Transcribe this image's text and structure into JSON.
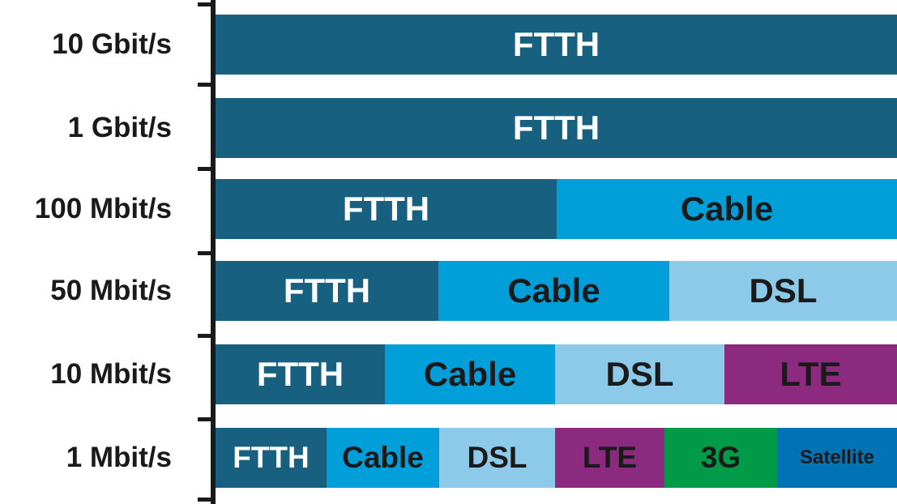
{
  "colors": {
    "FTTH": "#17607f",
    "Cable": "#009fda",
    "DSL": "#8dcaea",
    "LTE": "#8b2a7e",
    "3G": "#009a48",
    "Satellite": "#0173b4"
  },
  "text_colors": {
    "FTTH": "#ffffff",
    "Cable": "#1a1a1a",
    "DSL": "#1a1a1a",
    "LTE": "#1a1a1a",
    "3G": "#1a1a1a",
    "Satellite": "#1a1a1a"
  },
  "rows": [
    {
      "label": "10 Gbit/s",
      "segments": [
        {
          "tech": "FTTH",
          "label": "FTTH",
          "share": 1.0
        }
      ]
    },
    {
      "label": "1 Gbit/s",
      "segments": [
        {
          "tech": "FTTH",
          "label": "FTTH",
          "share": 1.0
        }
      ]
    },
    {
      "label": "100 Mbit/s",
      "segments": [
        {
          "tech": "FTTH",
          "label": "FTTH",
          "share": 0.5
        },
        {
          "tech": "Cable",
          "label": "Cable",
          "share": 0.5
        }
      ]
    },
    {
      "label": "50 Mbit/s",
      "segments": [
        {
          "tech": "FTTH",
          "label": "FTTH",
          "share": 0.327
        },
        {
          "tech": "Cable",
          "label": "Cable",
          "share": 0.339
        },
        {
          "tech": "DSL",
          "label": "DSL",
          "share": 0.334
        }
      ]
    },
    {
      "label": "10 Mbit/s",
      "segments": [
        {
          "tech": "FTTH",
          "label": "FTTH",
          "share": 0.248
        },
        {
          "tech": "Cable",
          "label": "Cable",
          "share": 0.25
        },
        {
          "tech": "DSL",
          "label": "DSL",
          "share": 0.249
        },
        {
          "tech": "LTE",
          "label": "LTE",
          "share": 0.253
        }
      ]
    },
    {
      "label": "1 Mbit/s",
      "segments": [
        {
          "tech": "FTTH",
          "label": "FTTH",
          "share": 0.163
        },
        {
          "tech": "Cable",
          "label": "Cable",
          "share": 0.165
        },
        {
          "tech": "DSL",
          "label": "DSL",
          "share": 0.17
        },
        {
          "tech": "LTE",
          "label": "LTE",
          "share": 0.16
        },
        {
          "tech": "3G",
          "label": "3G",
          "share": 0.165
        },
        {
          "tech": "Satellite",
          "label": "Satellite",
          "share": 0.177
        }
      ]
    }
  ]
}
